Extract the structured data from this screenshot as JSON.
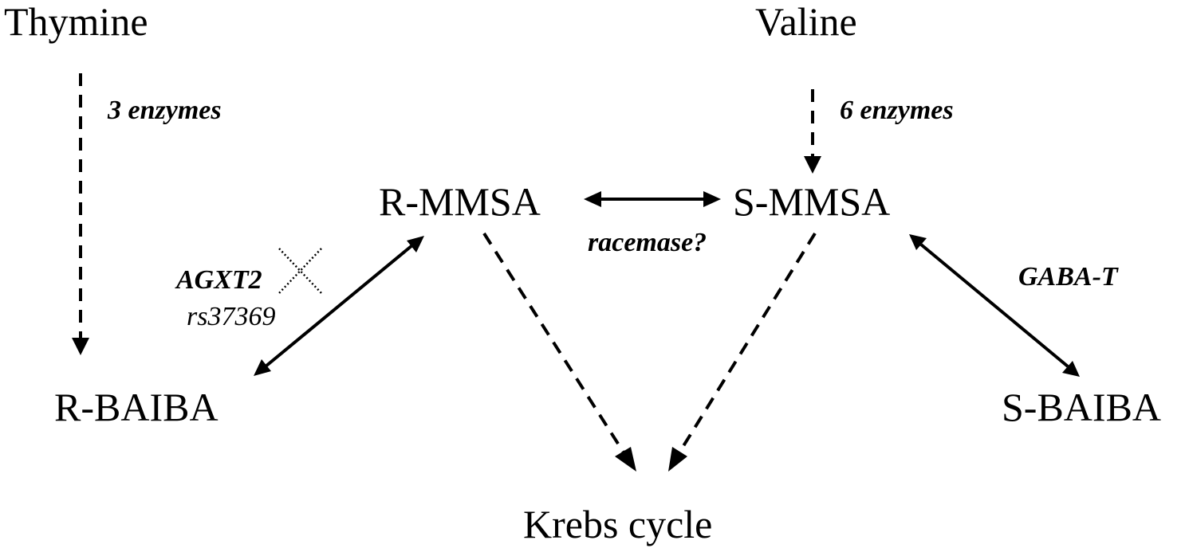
{
  "nodes": {
    "thymine": "Thymine",
    "valine": "Valine",
    "r_mmsa": "R-MMSA",
    "s_mmsa": "S-MMSA",
    "r_baiba": "R-BAIBA",
    "s_baiba": "S-BAIBA",
    "krebs": "Krebs cycle"
  },
  "labels": {
    "thymine_enzymes": "3 enzymes",
    "valine_enzymes": "6 enzymes",
    "racemase": "racemase?",
    "agxt2": "AGXT2",
    "agxt2_snp": "rs37369",
    "gaba_t": "GABA-T"
  }
}
